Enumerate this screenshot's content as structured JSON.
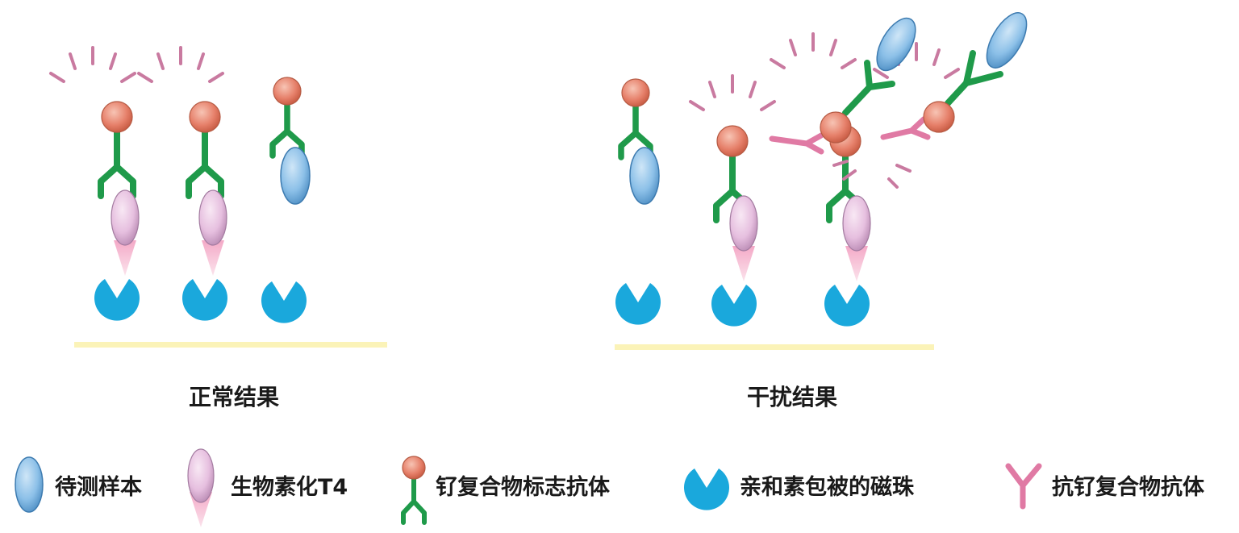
{
  "panels": [
    {
      "caption": "正常结果"
    },
    {
      "caption": "干扰结果"
    }
  ],
  "legend": [
    {
      "icon": "sample-ellipse-icon",
      "label": "待测样本"
    },
    {
      "icon": "biotin-t4-icon",
      "label": "生物素化T4"
    },
    {
      "icon": "ru-labeled-antibody-icon",
      "label": "钌复合物标志抗体"
    },
    {
      "icon": "streptavidin-bead-icon",
      "label": "亲和素包被的磁珠"
    },
    {
      "icon": "anti-ru-antibody-icon",
      "label": "抗钌复合物抗体"
    }
  ],
  "colors": {
    "sample_blue": "#7fb8e4",
    "biotin_pink": "#e6bfdf",
    "ru_orange": "#e6806a",
    "antibody_green": "#1f9a4a",
    "bead_cyan": "#1aa8dc",
    "anti_ru_pink": "#e07aa4",
    "signal_pink": "#c97aa0",
    "surface_yellow": "#fbf3b8"
  }
}
